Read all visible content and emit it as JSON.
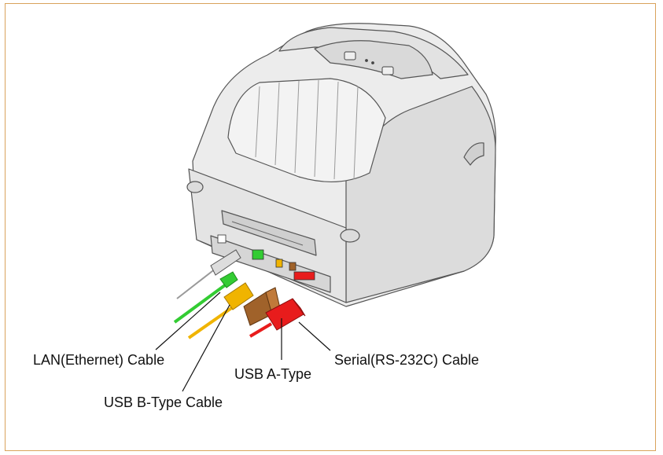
{
  "labels": {
    "lan": "LAN(Ethernet) Cable",
    "usb_b": "USB B-Type Cable",
    "usb_a": "USB A-Type",
    "serial": "Serial(RS-232C) Cable"
  },
  "colors": {
    "frame": "#d9a35c",
    "lan_cable": "#33cc33",
    "usb_b_cable": "#f0b400",
    "usb_a_plug": "#a0622a",
    "serial_cable": "#e81c1c",
    "printer_body": "#e6e6e6"
  }
}
